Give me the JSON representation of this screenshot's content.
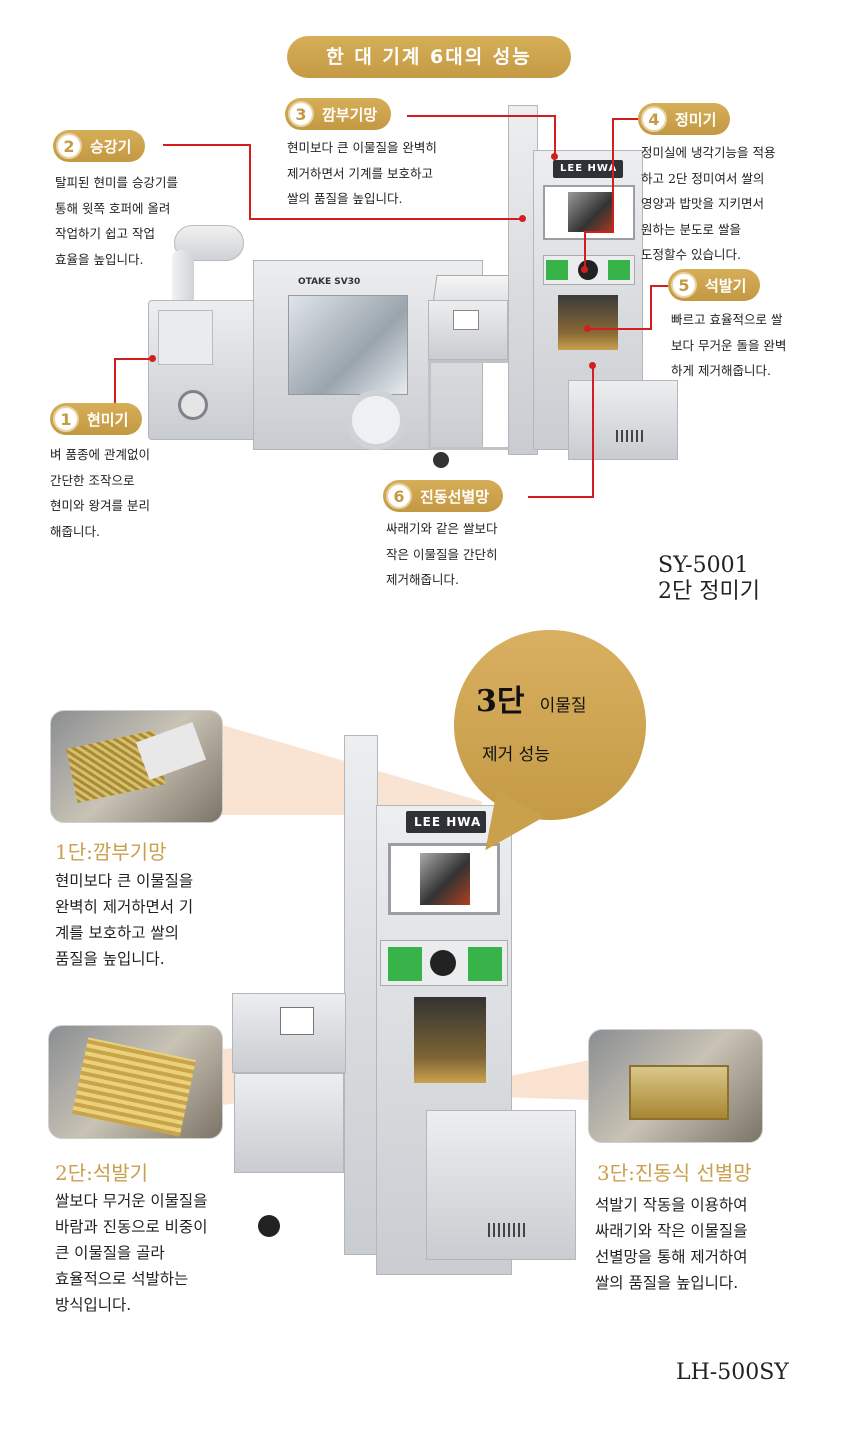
{
  "header": {
    "title": "한 대 기계 6대의 성능"
  },
  "top_section": {
    "callouts": [
      {
        "num": "1",
        "label": "현미기",
        "desc": "벼 품종에 관계없이\n간단한 조작으로\n현미와 왕겨를 분리\n해줍니다."
      },
      {
        "num": "2",
        "label": "승강기",
        "desc": "탈피된 현미를 승강기를\n통해 윗쪽 호퍼에 올려\n작업하기 쉽고 작업\n효율을 높입니다."
      },
      {
        "num": "3",
        "label": "깜부기망",
        "desc": "현미보다 큰 이물질을 완벽히\n제거하면서 기계를 보호하고\n쌀의 품질을 높입니다."
      },
      {
        "num": "4",
        "label": "정미기",
        "desc": "정미실에 냉각기능을 적용\n하고 2단 정미여서 쌀의\n영양과 밥맛을 지키면서\n원하는 분도로 쌀을\n도정할수 있습니다."
      },
      {
        "num": "5",
        "label": "석발기",
        "desc": "빠르고 효율적으로 쌀\n보다 무거운 돌을 완벽\n하게 제거해줍니다."
      },
      {
        "num": "6",
        "label": "진동선별망",
        "desc": "싸래기와 같은 쌀보다\n작은 이물질을 간단히\n제거해줍니다."
      }
    ],
    "model": "SY-5001\n2단 정미기",
    "machine_brand": "LEE HWA",
    "machine_side_label": "OTAKE SV30"
  },
  "bottom_section": {
    "bubble": {
      "big": "3단",
      "line1": "이물질",
      "line2": "제거 성능"
    },
    "stages": [
      {
        "title": "1단:깜부기망",
        "desc": "현미보다 큰 이물질을\n완벽히 제거하면서 기\n계를 보호하고 쌀의\n품질을 높입니다."
      },
      {
        "title": "2단:석발기",
        "desc": "쌀보다 무거운 이물질을\n바람과 진동으로 비중이\n큰 이물질을 골라\n효율적으로 석발하는\n방식입니다."
      },
      {
        "title": "3단:진동식 선별망",
        "desc": "석발기 작동을 이용하여\n싸래기와 작은 이물질을\n선별망을 통해 제거하여\n쌀의 품질을 높입니다."
      }
    ],
    "machine_brand": "LEE HWA",
    "model": "LH-500SY"
  },
  "colors": {
    "gold": "#c9a04c",
    "red_line": "#d21e1e",
    "text": "#222222"
  }
}
